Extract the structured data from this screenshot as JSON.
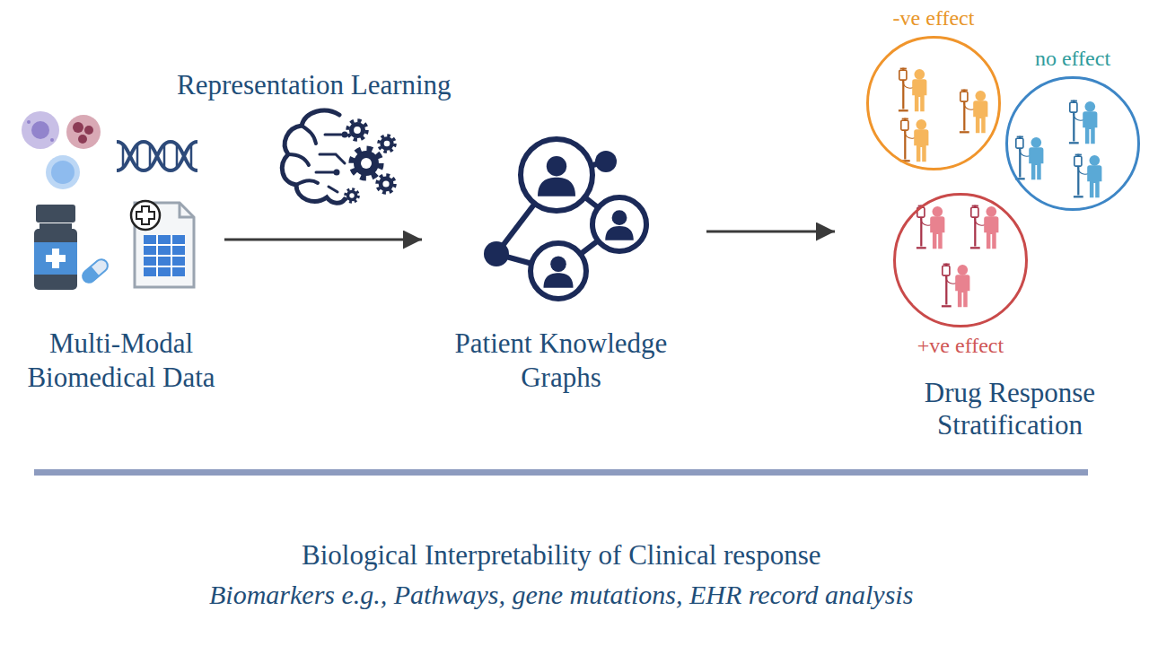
{
  "diagram": {
    "caption": "Biological Interpretability of Clinical response",
    "nodes": [
      {
        "text": [
          "Multi-Modal Biomedical Data"
        ]
      },
      {
        "text": [
          "Patient Knowledge Graphs"
        ]
      },
      {
        "text": [
          "Drug Response Stratification"
        ]
      },
      {
        "text": [
          "-ve effect"
        ],
        "in": 2
      },
      {
        "text": [
          "no effect"
        ],
        "in": 2
      },
      {
        "text": [
          "+ve effect"
        ],
        "in": 2
      }
    ],
    "edges": [
      {
        "from": 0,
        "to": 1,
        "arrow": "to",
        "label": "Representation Learning"
      },
      {
        "from": 1,
        "to": 2,
        "arrow": "to"
      }
    ],
    "labels": [
      "Biomarkers e.g., Pathways, gene mutations, EHR record analysis"
    ]
  }
}
